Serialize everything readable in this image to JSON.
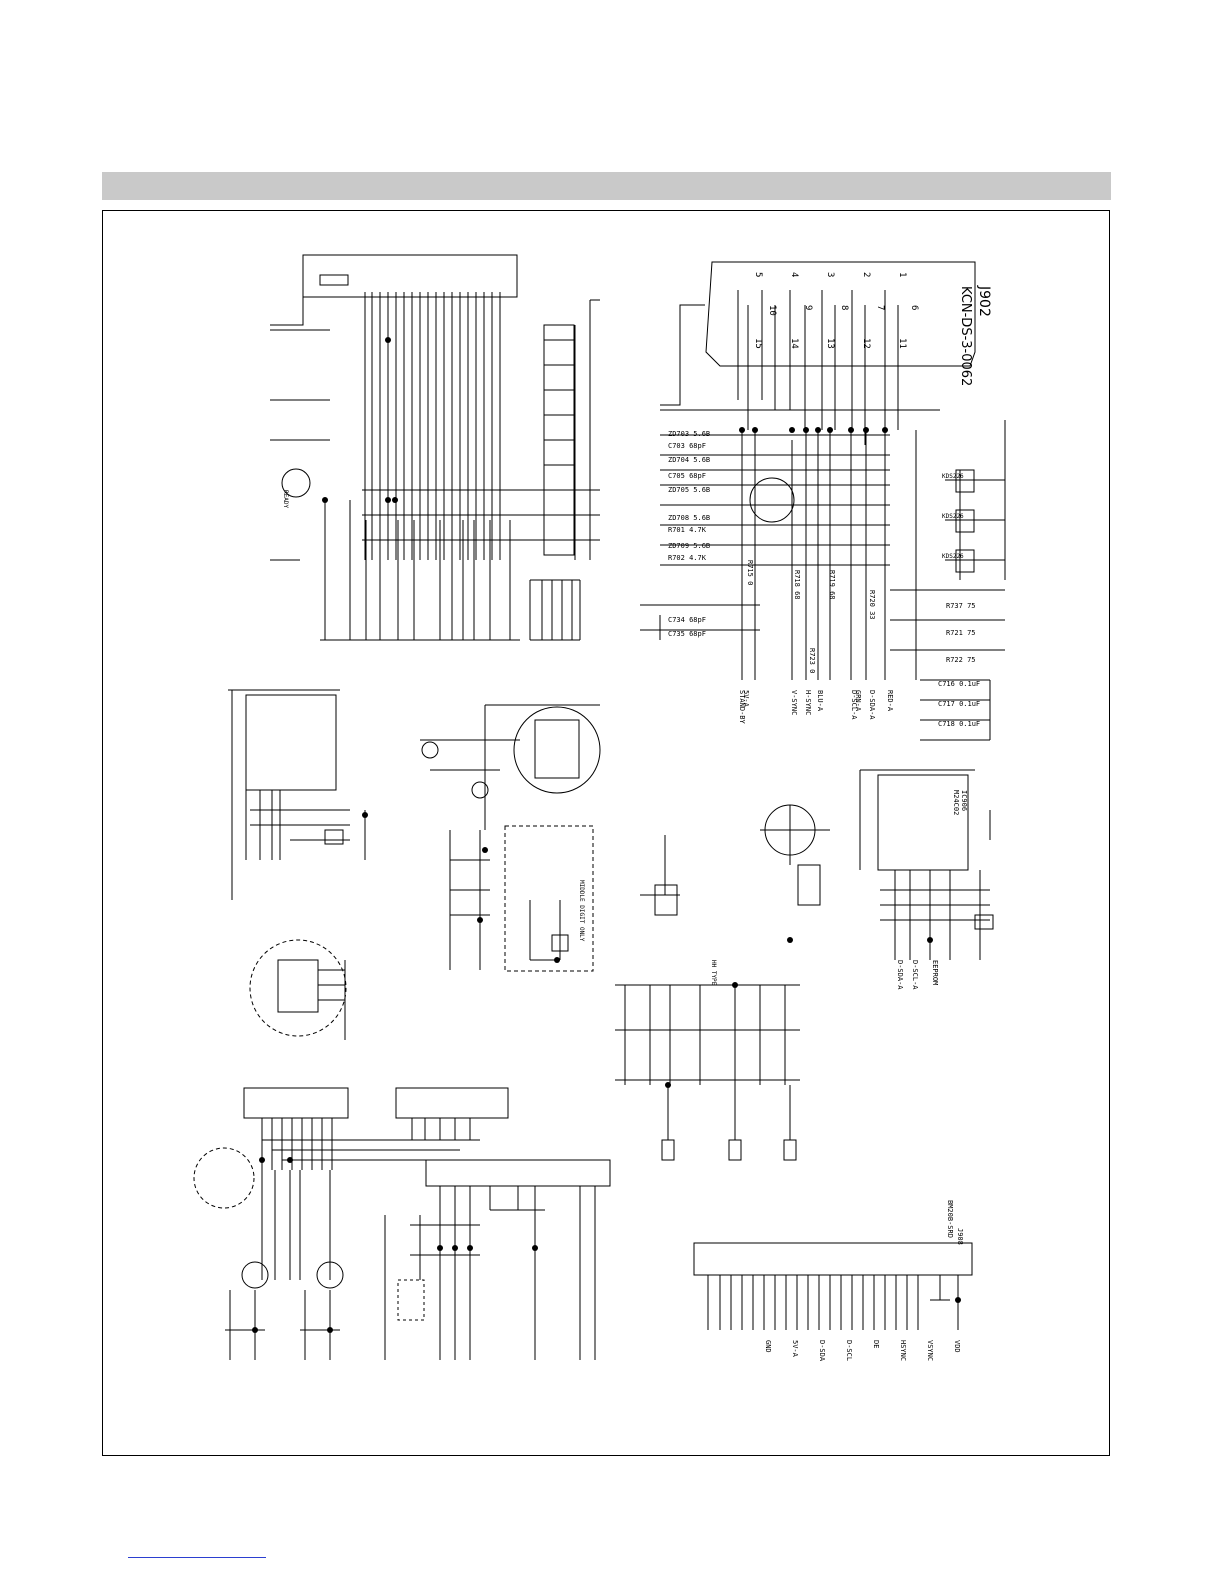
{
  "connectors": {
    "vga": {
      "ref": "J902",
      "part": "KCN-DS-3-0062"
    },
    "j908": {
      "ref": "J908",
      "part": "BM20B-SRD"
    }
  },
  "vga_pins": [
    "1",
    "2",
    "3",
    "4",
    "5",
    "6",
    "7",
    "8",
    "9",
    "10",
    "11",
    "12",
    "13",
    "14",
    "15"
  ],
  "vga_signals": [
    "RED-A",
    "GRN-A",
    "BLU-A",
    "H-SYNC",
    "V-SYNC",
    "D-SCL-A",
    "D-SDA-A",
    "5V-A",
    "STAND-BY"
  ],
  "vga_caps": [
    "C703 68pF",
    "C705 68pF",
    "C734 68pF",
    "C735 68pF"
  ],
  "vga_zeners": [
    "ZD703 5.6B",
    "ZD704 5.6B",
    "ZD705 5.6B",
    "ZD708 5.6B",
    "ZD709 5.6B"
  ],
  "vga_resistors": [
    "R737 75",
    "R721 75",
    "R722 75",
    "R701 4.7K",
    "R702 4.7K",
    "R718 68",
    "R719 68",
    "R720 33",
    "R723 0",
    "R715 0"
  ],
  "diodes": [
    "KDS226",
    "KDS226",
    "KDS226"
  ],
  "eeprom": {
    "ref": "IC906",
    "part": "M24C02",
    "signals": [
      "D-SDA-A",
      "D-SCL-A",
      "EEPROM"
    ]
  },
  "psu_caps": [
    "C716 0.1uF",
    "C717 0.1uF",
    "C718 0.1uF"
  ],
  "misc_labels": [
    "READY",
    "HH TYPE",
    "MIDDLE DIGIT ONLY"
  ],
  "j908_pins": [
    "VDD",
    "VSYNC",
    "HSYNC",
    "DE",
    "D-SCL",
    "D-SDA",
    "5V-A",
    "GND"
  ]
}
